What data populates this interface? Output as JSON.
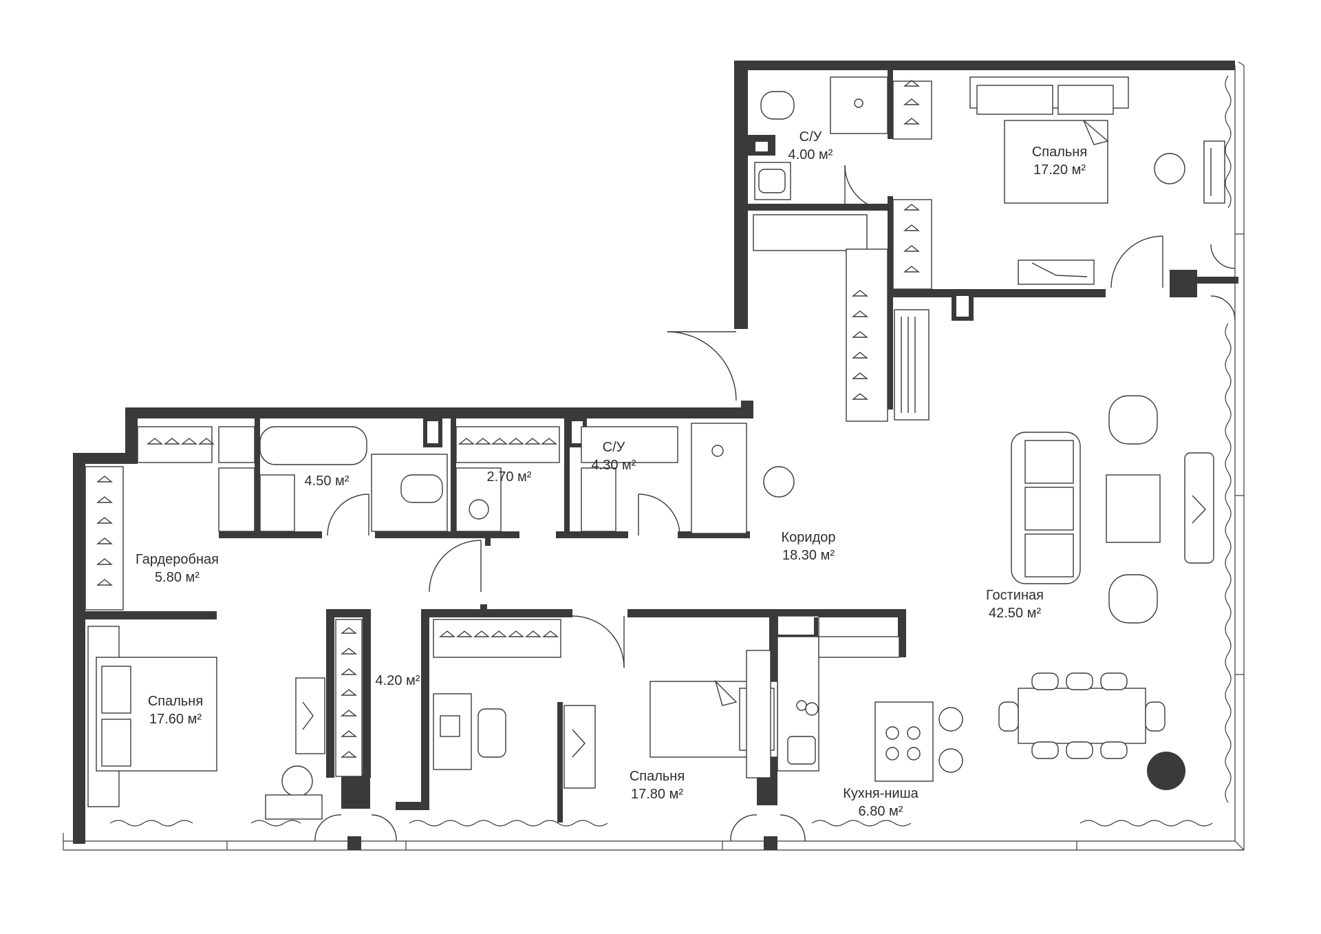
{
  "rooms": [
    {
      "id": "bath-top",
      "name": "С/У",
      "area": "4.00 м²"
    },
    {
      "id": "bedroom-top",
      "name": "Спальня",
      "area": "17.20 м²"
    },
    {
      "id": "wardrobe",
      "name": "Гардеробная",
      "area": "5.80 м²"
    },
    {
      "id": "bath-450",
      "name": "",
      "area": "4.50 м²"
    },
    {
      "id": "laundry",
      "name": "",
      "area": "2.70 м²"
    },
    {
      "id": "bath-430",
      "name": "С/У",
      "area": "4.30 м²"
    },
    {
      "id": "corridor",
      "name": "Коридор",
      "area": "18.30 м²"
    },
    {
      "id": "living",
      "name": "Гостиная",
      "area": "42.50 м²"
    },
    {
      "id": "closet",
      "name": "",
      "area": "4.20 м²"
    },
    {
      "id": "bedroom-left",
      "name": "Спальня",
      "area": "17.60 м²"
    },
    {
      "id": "bedroom-mid",
      "name": "Спальня",
      "area": "17.80 м²"
    },
    {
      "id": "kitchen",
      "name": "Кухня-ниша",
      "area": "6.80 м²"
    }
  ],
  "colors": {
    "wall": "#3a3a3a",
    "background": "#ffffff",
    "text": "#2e2e2e"
  }
}
